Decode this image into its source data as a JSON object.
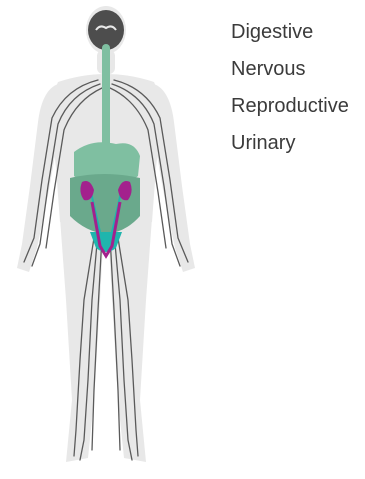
{
  "colors": {
    "body_silhouette": "#e8e8e8",
    "head_dark": "#4d4d4d",
    "nerves": "#5a5a5a",
    "digestive": "#7fbfa1",
    "digestive_dark": "#6aa98c",
    "reproductive": "#a3218d",
    "urinary": "#1fb5ad",
    "legend_text": "#3b3b3b"
  },
  "figure": {
    "icon": "human-body-systems-illustration"
  },
  "legend": {
    "items": [
      {
        "label": "Digestive"
      },
      {
        "label": "Nervous"
      },
      {
        "label": "Reproductive"
      },
      {
        "label": "Urinary"
      }
    ]
  }
}
